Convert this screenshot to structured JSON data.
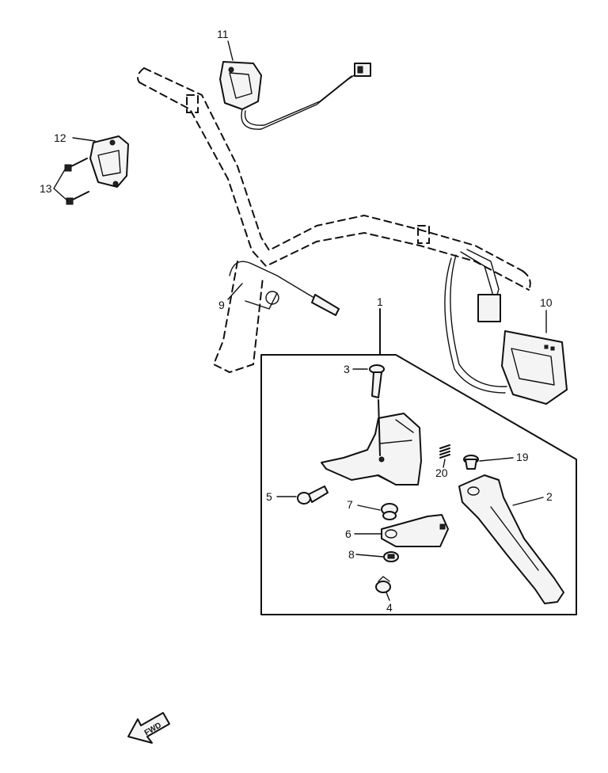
{
  "callouts": {
    "c1": "1",
    "c2": "2",
    "c3": "3",
    "c4": "4",
    "c5": "5",
    "c6": "6",
    "c7": "7",
    "c8": "8",
    "c9": "9",
    "c10": "10",
    "c11": "11",
    "c12": "12",
    "c13": "13",
    "c19": "19",
    "c20": "20"
  },
  "fwd_label": "FWD"
}
